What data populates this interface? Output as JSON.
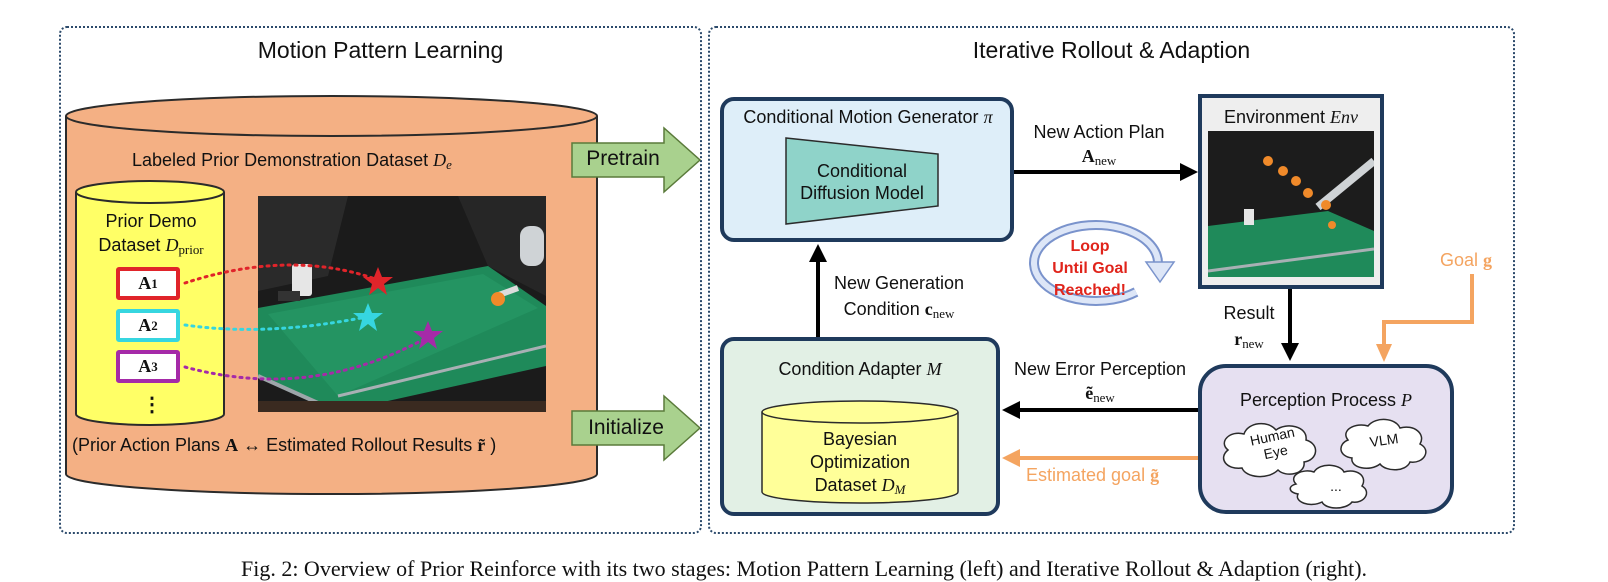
{
  "left_panel": {
    "title": "Motion Pattern Learning",
    "dataset_label": "Labeled Prior Demonstration Dataset",
    "dataset_symbol": "D",
    "dataset_sub": "e",
    "prior_demo_line1": "Prior Demo",
    "prior_demo_line2": "Dataset",
    "prior_demo_symbol": "D",
    "prior_demo_sub": "prior",
    "actions": [
      {
        "sym": "A",
        "sub": "1",
        "color": "#e0242a"
      },
      {
        "sym": "A",
        "sub": "2",
        "color": "#36d6e0"
      },
      {
        "sym": "A",
        "sub": "3",
        "color": "#a52aa8"
      }
    ],
    "ellipsis": "⋮",
    "bottom_pre": "(Prior Action Plans",
    "bottom_A": "A",
    "bottom_arrow": "↔",
    "bottom_mid": "Estimated Rollout Results",
    "bottom_r": "r̃",
    "bottom_post": ")"
  },
  "stage_arrows": {
    "pretrain": "Pretrain",
    "initialize": "Initialize"
  },
  "right_panel": {
    "title": "Iterative Rollout & Adaption",
    "generator_title": "Conditional Motion Generator",
    "generator_symbol": "π",
    "diffusion_line1": "Conditional",
    "diffusion_line2": "Diffusion Model",
    "new_action_line1": "New Action Plan",
    "new_action_sym": "A",
    "new_action_sub": "new",
    "environment_title": "Environment",
    "environment_symbol": "Env",
    "loop_line1": "Loop",
    "loop_line2": "Until Goal",
    "loop_line3": "Reached!",
    "new_gen_line1": "New Generation",
    "new_gen_line2": "Condition",
    "new_gen_sym": "c",
    "new_gen_sub": "new",
    "result_label": "Result",
    "result_sym": "r",
    "result_sub": "new",
    "goal_label": "Goal",
    "goal_sym": "g",
    "adapter_title": "Condition Adapter",
    "adapter_symbol": "M",
    "bo_line1": "Bayesian",
    "bo_line2": "Optimization",
    "bo_line3": "Dataset",
    "bo_symbol": "D",
    "bo_sub": "M",
    "error_line1": "New Error Perception",
    "error_sym": "ẽ",
    "error_sub": "new",
    "est_goal_label": "Estimated goal",
    "est_goal_sym": "g̃",
    "perception_title": "Perception Process",
    "perception_symbol": "P",
    "cloud_human_1": "Human",
    "cloud_human_2": "Eye",
    "cloud_vlm": "VLM",
    "cloud_more": "..."
  },
  "caption": "Fig. 2: Overview of Prior Reinforce with its two stages: Motion Pattern Learning (left) and Iterative Rollout & Adaption (right).",
  "colors": {
    "cylinder_orange": "#f4b084",
    "cylinder_yellow": "#ffff66",
    "stage_arrow_green": "#a9d18e",
    "generator_fill": "#deeef9",
    "adapter_fill": "#e2f0e5",
    "perception_fill": "#e6e0f1",
    "box_border": "#1f3a5c",
    "goal_orange": "#f4a460",
    "loop_red": "#e0241b"
  }
}
